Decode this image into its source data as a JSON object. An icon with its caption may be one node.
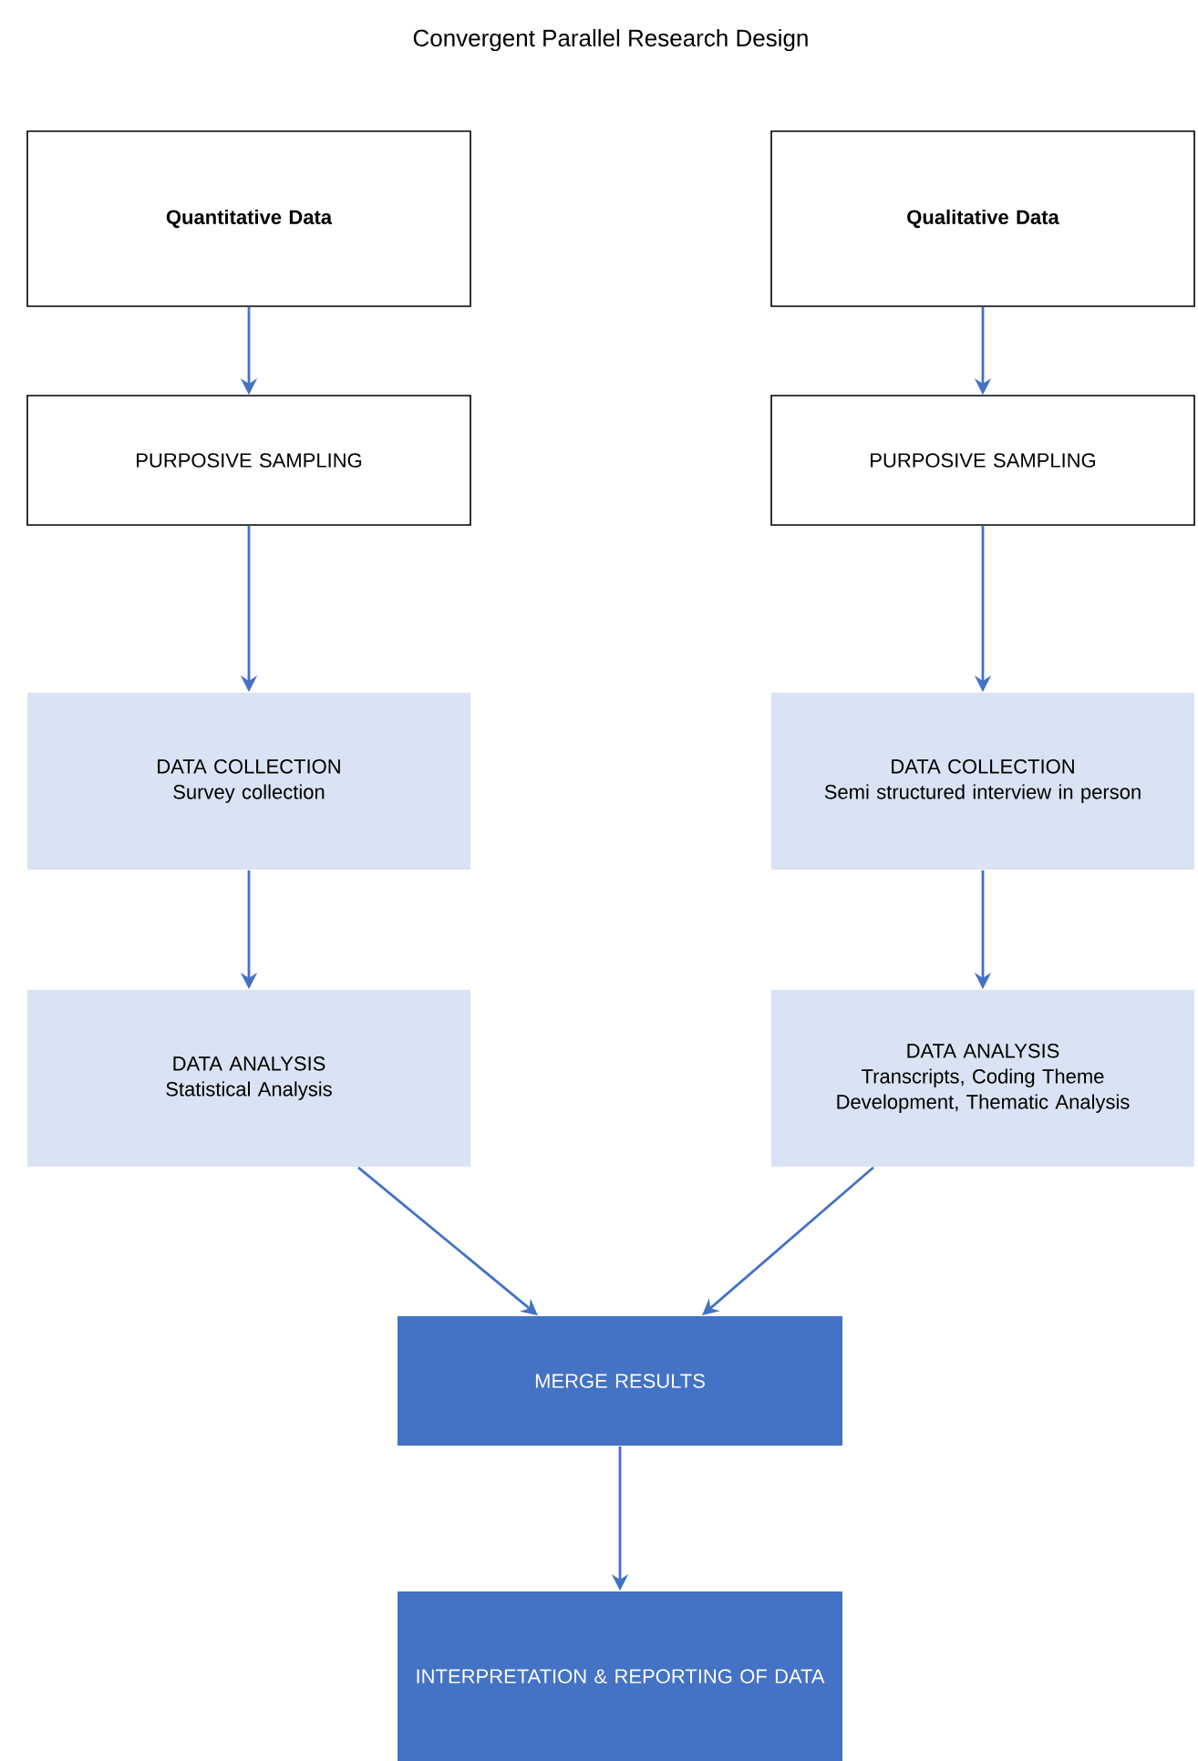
{
  "diagram": {
    "title": "Convergent Parallel Research Design",
    "nodes": [
      {
        "text": [
          "Quantitative Data"
        ]
      },
      {
        "text": [
          "Qualitative Data"
        ]
      },
      {
        "text": [
          "PURPOSIVE SAMPLING"
        ]
      },
      {
        "text": [
          "PURPOSIVE SAMPLING"
        ]
      },
      {
        "text": [
          "DATA COLLECTION",
          "Survey collection"
        ]
      },
      {
        "text": [
          "DATA COLLECTION",
          "Semi structured interview in person"
        ]
      },
      {
        "text": [
          "DATA ANALYSIS",
          "Statistical Analysis"
        ]
      },
      {
        "text": [
          "DATA ANALYSIS",
          "Transcripts, Coding Theme Development, Thematic Analysis"
        ]
      },
      {
        "text": [
          "MERGE RESULTS"
        ]
      },
      {
        "text": [
          "INTERPRETATION & REPORTING OF DATA"
        ]
      }
    ],
    "edges": [
      {
        "from": 0,
        "to": 2,
        "arrow": "to"
      },
      {
        "from": 1,
        "to": 3,
        "arrow": "to"
      },
      {
        "from": 2,
        "to": 4,
        "arrow": "to"
      },
      {
        "from": 3,
        "to": 5,
        "arrow": "to"
      },
      {
        "from": 4,
        "to": 6,
        "arrow": "to"
      },
      {
        "from": 5,
        "to": 7,
        "arrow": "to"
      },
      {
        "from": 6,
        "to": 8,
        "arrow": "to"
      },
      {
        "from": 7,
        "to": 8,
        "arrow": "to"
      },
      {
        "from": 8,
        "to": 9,
        "arrow": "to"
      }
    ]
  }
}
